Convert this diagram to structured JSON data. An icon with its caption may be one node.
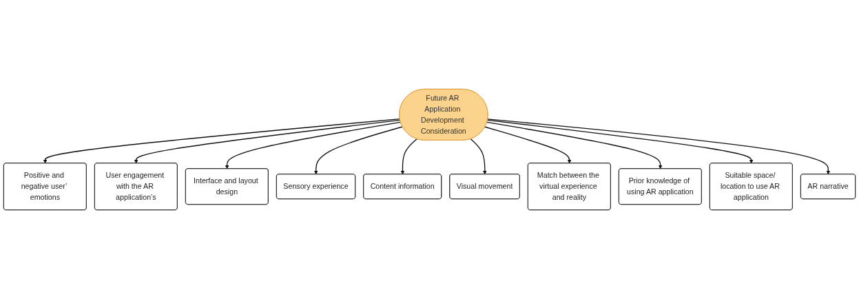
{
  "diagram": {
    "nodes": [
      {
        "text": [
          "Future AR Application Development Consideration"
        ]
      },
      {
        "text": [
          "Positive and negative user’ emotions"
        ]
      },
      {
        "text": [
          "User engagement with the AR application’s"
        ]
      },
      {
        "text": [
          "Interface and layout design"
        ]
      },
      {
        "text": [
          "Sensory experience"
        ]
      },
      {
        "text": [
          "Content information"
        ]
      },
      {
        "text": [
          "Visual movement"
        ]
      },
      {
        "text": [
          "Match between the virtual experience and reality"
        ]
      },
      {
        "text": [
          "Prior knowledge of using AR application"
        ]
      },
      {
        "text": [
          "Suitable space/ location to use AR application"
        ]
      },
      {
        "text": [
          "AR narrative"
        ]
      }
    ],
    "edges": [
      {
        "from": 0,
        "to": 1,
        "arrow": "to"
      },
      {
        "from": 0,
        "to": 2,
        "arrow": "to"
      },
      {
        "from": 0,
        "to": 3,
        "arrow": "to"
      },
      {
        "from": 0,
        "to": 4,
        "arrow": "to"
      },
      {
        "from": 0,
        "to": 5,
        "arrow": "to"
      },
      {
        "from": 0,
        "to": 6,
        "arrow": "to"
      },
      {
        "from": 0,
        "to": 7,
        "arrow": "to"
      },
      {
        "from": 0,
        "to": 8,
        "arrow": "to"
      },
      {
        "from": 0,
        "to": 9,
        "arrow": "to"
      },
      {
        "from": 0,
        "to": 10,
        "arrow": "to"
      }
    ]
  }
}
